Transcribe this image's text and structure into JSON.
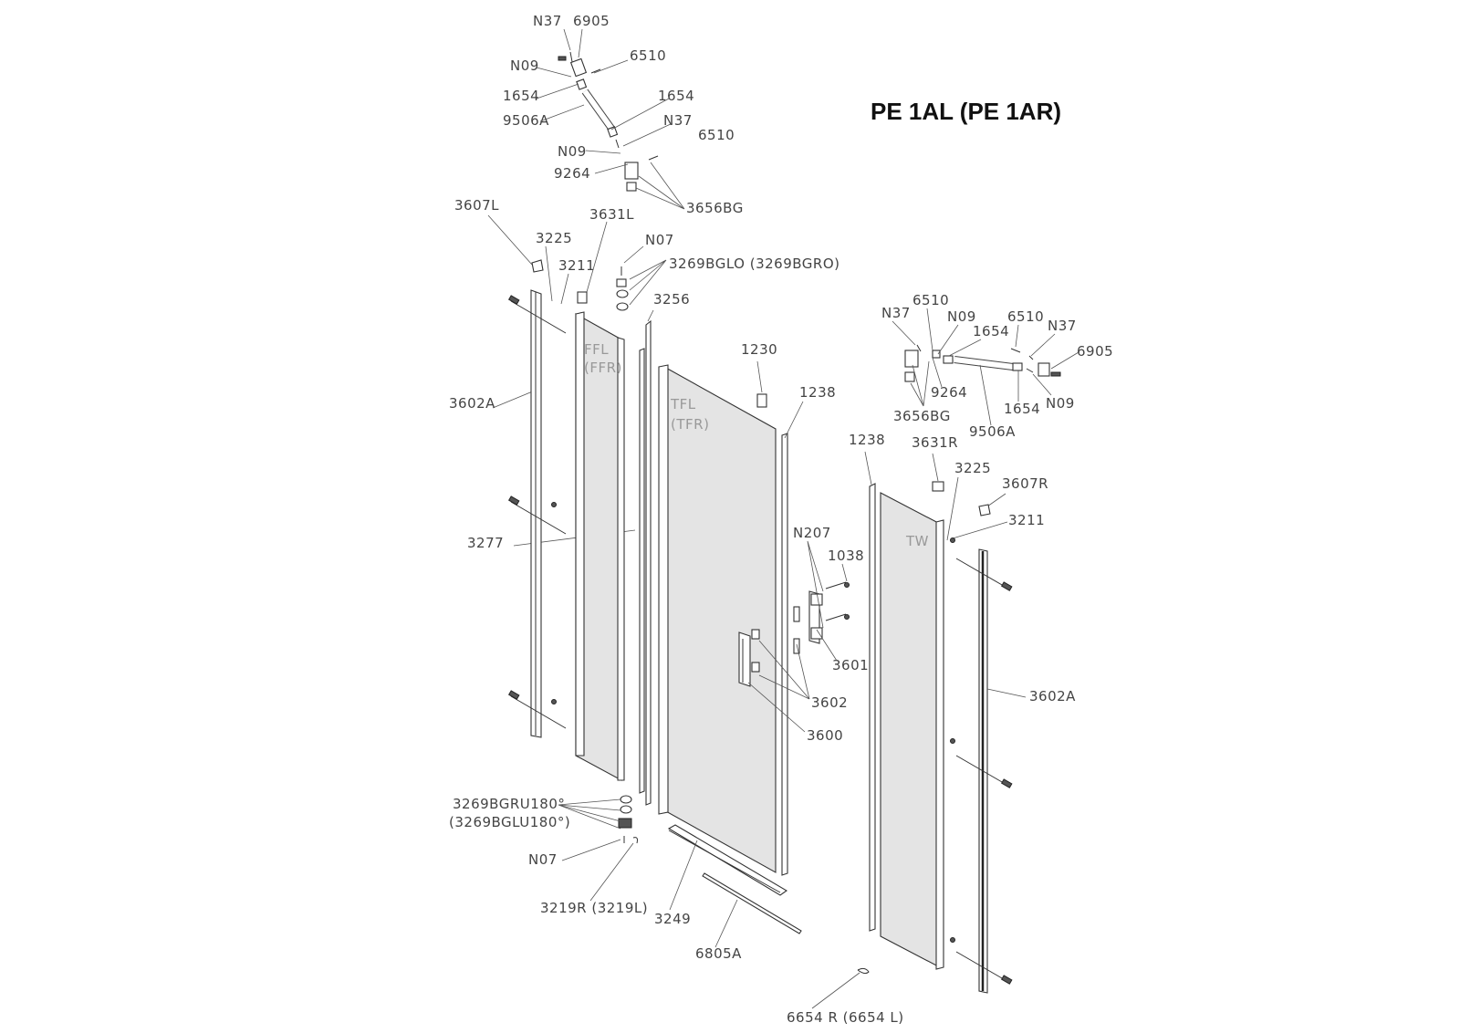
{
  "title": "PE 1AL (PE 1AR)",
  "panels": {
    "ffl": "FFL",
    "ffr": "(FFR)",
    "tfl": "TFL",
    "tfr": "(TFR)",
    "tw": "TW"
  },
  "labels": {
    "n37_a": "N37",
    "p6905_a": "6905",
    "n09_a": "N09",
    "p6510_a": "6510",
    "p1654_a": "1654",
    "p9506a_a": "9506A",
    "p1654_b": "1654",
    "n37_b": "N37",
    "n09_b": "N09",
    "p6510_b": "6510",
    "p9264_a": "9264",
    "p3656bg_a": "3656BG",
    "p3607l": "3607L",
    "p3225_a": "3225",
    "p3211_a": "3211",
    "p3631l": "3631L",
    "n07_a": "N07",
    "p3269bglo": "3269BGLO (3269BGRO)",
    "p3256": "3256",
    "p1230": "1230",
    "p1238_a": "1238",
    "p3602a_a": "3602A",
    "p3277": "3277",
    "n37_c": "N37",
    "p6510_c": "6510",
    "n09_c": "N09",
    "p1654_c": "1654",
    "p6510_d": "6510",
    "n37_d": "N37",
    "p6905_b": "6905",
    "p9264_b": "9264",
    "p3656bg_b": "3656BG",
    "p9506a_b": "9506A",
    "p1654_d": "1654",
    "n09_d": "N09",
    "p1238_b": "1238",
    "p3631r": "3631R",
    "p3225_b": "3225",
    "p3607r": "3607R",
    "p3211_b": "3211",
    "n207": "N207",
    "p1038": "1038",
    "p3601": "3601",
    "p3602": "3602",
    "p3600": "3600",
    "p3602a_b": "3602A",
    "p3269bgru": "3269BGRU180°",
    "p3269bglu": "(3269BGLU180°)",
    "n07_b": "N07",
    "p3219r": "3219R (3219L)",
    "p3249": "3249",
    "p6805a": "6805A",
    "p6654r": "6654 R (6654 L)"
  }
}
